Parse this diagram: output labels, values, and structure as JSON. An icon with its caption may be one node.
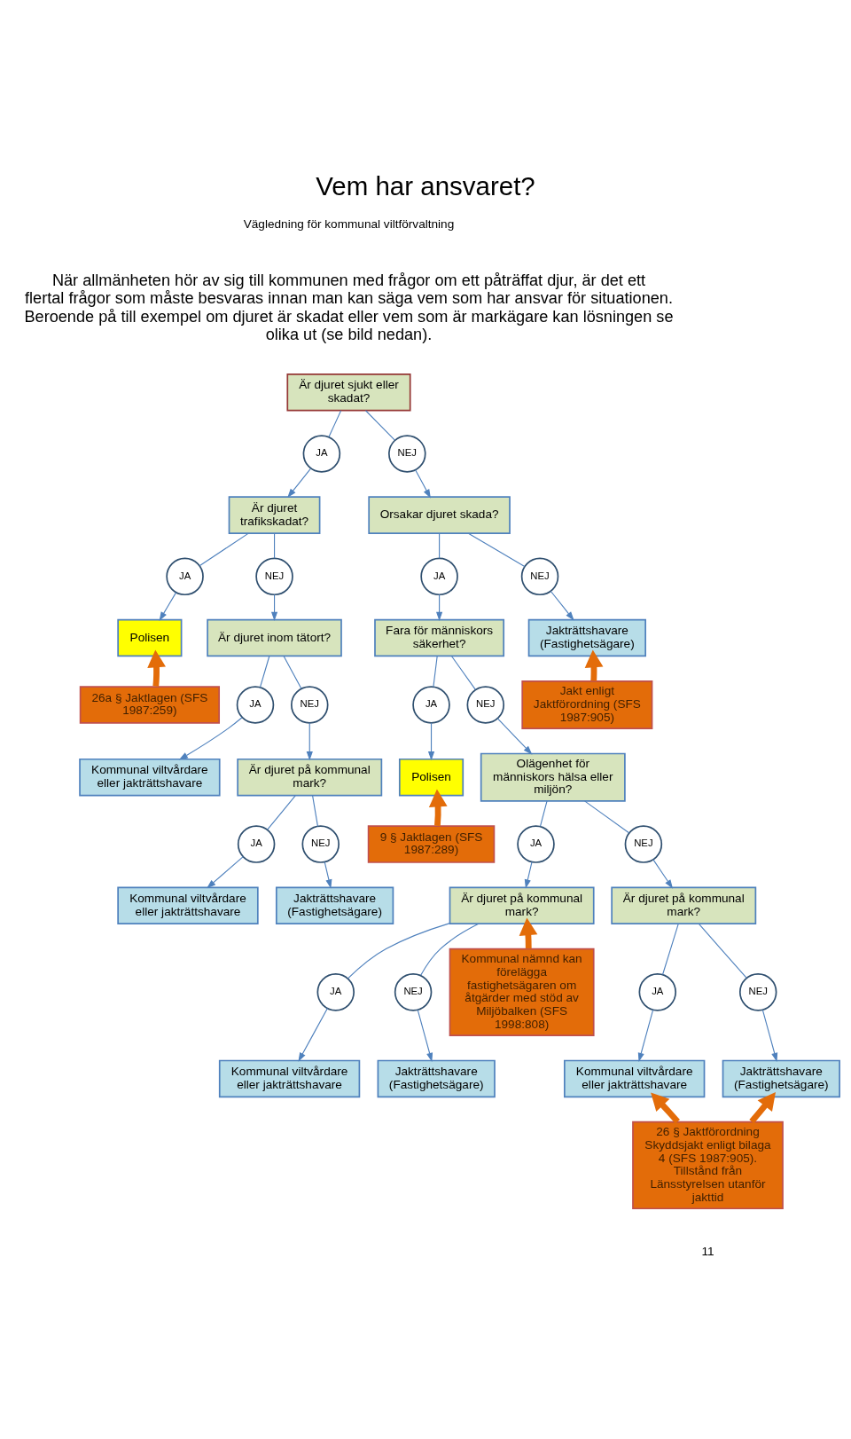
{
  "diagram": {
    "title": "Vem har ansvaret?",
    "nodes": [
      {
        "text": [
          "Är djuret sjukt eller skadat?"
        ]
      },
      {
        "text": [
          "JA"
        ]
      },
      {
        "text": [
          "NEJ"
        ]
      },
      {
        "text": [
          "Är djuret trafikskadat?"
        ]
      },
      {
        "text": [
          "Orsakar djuret skada?"
        ]
      },
      {
        "text": [
          "JA"
        ]
      },
      {
        "text": [
          "NEJ"
        ]
      },
      {
        "text": [
          "JA"
        ]
      },
      {
        "text": [
          "NEJ"
        ]
      },
      {
        "text": [
          "Polisen"
        ]
      },
      {
        "text": [
          "Är djuret inom tätort?"
        ]
      },
      {
        "text": [
          "Fara för människors säkerhet?"
        ]
      },
      {
        "text": [
          "Jakträttshavare (Fastighetsägare)"
        ]
      },
      {
        "text": [
          "26a § Jaktlagen (SFS 1987:259)"
        ]
      },
      {
        "text": [
          "JA"
        ]
      },
      {
        "text": [
          "NEJ"
        ]
      },
      {
        "text": [
          "JA"
        ]
      },
      {
        "text": [
          "NEJ"
        ]
      },
      {
        "text": [
          "Polisen"
        ]
      },
      {
        "text": [
          "Olägenhet för människors hälsa eller miljön?"
        ]
      },
      {
        "text": [
          "Jakt enligt Jaktförordning (SFS 1987:905)"
        ]
      },
      {
        "text": [
          "Kommunal viltvårdare eller jakträttshavare"
        ]
      },
      {
        "text": [
          "Är djuret på kommunal mark?"
        ]
      },
      {
        "text": [
          "9 § Jaktlagen (SFS 1987:289)"
        ]
      },
      {
        "text": [
          "JA"
        ]
      },
      {
        "text": [
          "NEJ"
        ]
      },
      {
        "text": [
          "JA"
        ]
      },
      {
        "text": [
          "NEJ"
        ]
      },
      {
        "text": [
          "Är djuret på kommunal mark?"
        ]
      },
      {
        "text": [
          "Kommunal viltvårdare eller jakträttshavare"
        ]
      },
      {
        "text": [
          "Jakträttshavare (Fastighetsägare)"
        ]
      },
      {
        "text": [
          "Är djuret på kommunal mark?"
        ]
      },
      {
        "text": [
          "JA"
        ]
      },
      {
        "text": [
          "NEJ"
        ]
      },
      {
        "text": [
          "JA"
        ]
      },
      {
        "text": [
          "NEJ"
        ]
      },
      {
        "text": [
          "Kommunal viltvårdare eller jakträttshavare"
        ]
      },
      {
        "text": [
          "Jakträttshavare (Fastighetsägare)"
        ]
      },
      {
        "text": [
          "Kommunal nämnd kan förelägga fastighetsägaren om åtgärder med stöd av Miljöbalken (SFS 1998:808)"
        ]
      },
      {
        "text": [
          "Kommunal viltvårdare eller jakträttshavare"
        ]
      },
      {
        "text": [
          "Jakträttshavare (Fastighetsägare)"
        ]
      },
      {
        "text": [
          "26 § Jaktförordning Skyddsjakt enligt bilaga 4 (SFS 1987:905). Tillstånd från Länsstyrelsen utanför jakttid"
        ]
      }
    ],
    "edges": [
      {
        "from": 0,
        "to": 1,
        "arrow": "none"
      },
      {
        "from": 1,
        "to": 3,
        "arrow": "to"
      },
      {
        "from": 0,
        "to": 2,
        "arrow": "none"
      },
      {
        "from": 2,
        "to": 4,
        "arrow": "to"
      },
      {
        "from": 3,
        "to": 5,
        "arrow": "none"
      },
      {
        "from": 5,
        "to": 9,
        "arrow": "to"
      },
      {
        "from": 3,
        "to": 6,
        "arrow": "none"
      },
      {
        "from": 6,
        "to": 10,
        "arrow": "to"
      },
      {
        "from": 4,
        "to": 7,
        "arrow": "none"
      },
      {
        "from": 7,
        "to": 11,
        "arrow": "to"
      },
      {
        "from": 4,
        "to": 8,
        "arrow": "none"
      },
      {
        "from": 8,
        "to": 12,
        "arrow": "to"
      },
      {
        "from": 13,
        "to": 9,
        "arrow": "to",
        "style": "thick",
        "color": "#e36c09"
      },
      {
        "from": 10,
        "to": 14,
        "arrow": "none"
      },
      {
        "from": 14,
        "to": 21,
        "arrow": "to"
      },
      {
        "from": 10,
        "to": 15,
        "arrow": "none"
      },
      {
        "from": 15,
        "to": 22,
        "arrow": "to"
      },
      {
        "from": 11,
        "to": 16,
        "arrow": "none"
      },
      {
        "from": 16,
        "to": 18,
        "arrow": "to"
      },
      {
        "from": 11,
        "to": 17,
        "arrow": "none"
      },
      {
        "from": 17,
        "to": 19,
        "arrow": "to"
      },
      {
        "from": 20,
        "to": 12,
        "arrow": "to",
        "style": "thick",
        "color": "#e36c09"
      },
      {
        "from": 23,
        "to": 18,
        "arrow": "to",
        "style": "thick",
        "color": "#e36c09"
      },
      {
        "from": 19,
        "to": 24,
        "arrow": "none"
      },
      {
        "from": 24,
        "to": 28,
        "arrow": "to"
      },
      {
        "from": 19,
        "to": 25,
        "arrow": "none"
      },
      {
        "from": 25,
        "to": 31,
        "arrow": "to"
      },
      {
        "from": 22,
        "to": 26,
        "arrow": "none"
      },
      {
        "from": 26,
        "to": 29,
        "arrow": "to"
      },
      {
        "from": 22,
        "to": 27,
        "arrow": "none"
      },
      {
        "from": 27,
        "to": 30,
        "arrow": "to"
      },
      {
        "from": 31,
        "to": 34,
        "arrow": "none"
      },
      {
        "from": 34,
        "to": 39,
        "arrow": "to"
      },
      {
        "from": 31,
        "to": 35,
        "arrow": "none"
      },
      {
        "from": 35,
        "to": 40,
        "arrow": "to"
      },
      {
        "from": 28,
        "to": 32,
        "arrow": "none"
      },
      {
        "from": 32,
        "to": 36,
        "arrow": "to"
      },
      {
        "from": 28,
        "to": 33,
        "arrow": "none"
      },
      {
        "from": 33,
        "to": 37,
        "arrow": "to"
      },
      {
        "from": 38,
        "to": 28,
        "arrow": "to",
        "style": "thick",
        "color": "#e36c09"
      },
      {
        "from": 41,
        "to": 39,
        "arrow": "to",
        "style": "thick",
        "color": "#e36c09"
      },
      {
        "from": 41,
        "to": 40,
        "arrow": "to",
        "style": "thick",
        "color": "#e36c09"
      }
    ],
    "labels": [
      "Vägledning för kommunal viltförvaltning",
      "När allmänheten hör av sig till kommunen med frågor om ett påträffat djur, är det ett flertal frågor som måste besvaras innan man kan säga vem som har ansvar för situationen. Beroende på till exempel om djuret är skadat eller vem som är markägare kan lösningen se olika ut (se bild nedan).",
      "11"
    ]
  }
}
